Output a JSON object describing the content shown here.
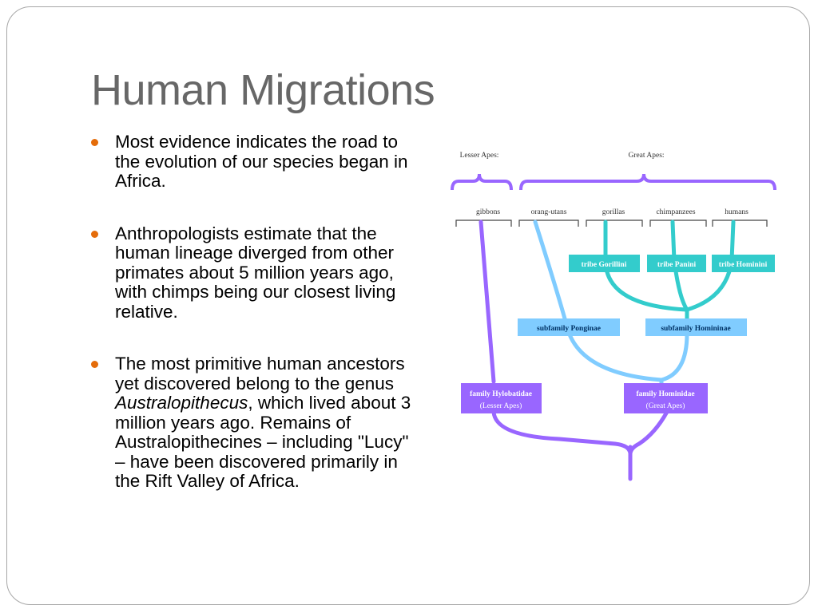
{
  "slide": {
    "title": "Human Migrations",
    "bullets": [
      {
        "text_before": "Most evidence indicates the road to the evolution of our species began in Africa.",
        "italic": "",
        "text_after": ""
      },
      {
        "text_before": "Anthropologists estimate that the human lineage diverged from other primates about 5 million years ago, with chimps being our closest living relative.",
        "italic": "",
        "text_after": ""
      },
      {
        "text_before": "The most primitive human ancestors yet discovered belong to the genus ",
        "italic": "Australopithecus",
        "text_after": ", which lived about 3 million years ago. Remains of Australopithecines – including \"Lucy\" – have been discovered primarily in the Rift Valley of Africa."
      }
    ],
    "bullet_color": "#e46c0a"
  },
  "diagram": {
    "groups": {
      "lesser": "Lesser Apes:",
      "great": "Great Apes:"
    },
    "taxa": [
      "gibbons",
      "orang-utans",
      "gorillas",
      "chimpanzees",
      "humans"
    ],
    "tribes": [
      "tribe Gorillini",
      "tribe Panini",
      "tribe Hominini"
    ],
    "subfamilies": [
      "subfamily Ponginae",
      "subfamily Homininae"
    ],
    "families": [
      {
        "name": "family Hylobatidae",
        "sub": "(Lesser Apes)"
      },
      {
        "name": "family Hominidae",
        "sub": "(Great Apes)"
      }
    ],
    "colors": {
      "purple": "#9966ff",
      "light_blue": "#80ccff",
      "teal": "#33cccc"
    }
  }
}
